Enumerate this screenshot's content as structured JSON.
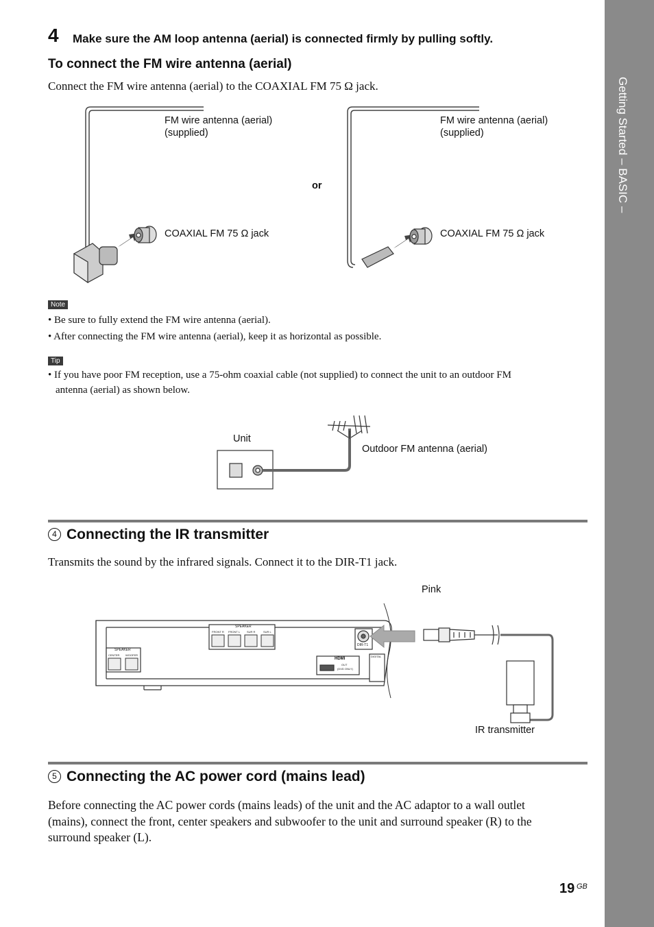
{
  "side_tab": "Getting Started – BASIC –",
  "step": {
    "number": "4",
    "text": "Make sure the AM loop antenna (aerial) is connected firmly by pulling softly."
  },
  "fm": {
    "heading": "To connect the FM wire antenna (aerial)",
    "intro": "Connect the FM wire antenna (aerial) to the COAXIAL FM 75 Ω  jack.",
    "left_antenna_label_1": "FM wire antenna (aerial)",
    "left_antenna_label_2": "(supplied)",
    "right_antenna_label_1": "FM wire antenna (aerial)",
    "right_antenna_label_2": "(supplied)",
    "or_label": "or",
    "left_jack_label": "COAXIAL FM 75 Ω jack",
    "right_jack_label": "COAXIAL FM 75 Ω jack"
  },
  "note": {
    "badge": "Note",
    "items": [
      "• Be sure to fully extend the FM wire antenna (aerial).",
      "• After connecting the FM wire antenna (aerial), keep it as horizontal as possible."
    ]
  },
  "tip": {
    "badge": "Tip",
    "line1": "• If you have poor FM reception, use a 75-ohm coaxial cable (not supplied) to connect the unit to an outdoor FM",
    "line2": "antenna (aerial) as shown below.",
    "unit_label": "Unit",
    "outdoor_label": "Outdoor FM antenna (aerial)"
  },
  "ir": {
    "number": "4",
    "title": "Connecting the IR transmitter",
    "body": "Transmits the sound by the infrared signals. Connect it to the DIR-T1 jack.",
    "pink_label": "Pink",
    "transmitter_label": "IR transmitter",
    "panel_labels": {
      "speaker": "SPEAKER",
      "front_r": "FRONT R",
      "front_l": "FRONT L",
      "sur_r": "SUR R",
      "sur_l": "SUR L",
      "center": "CENTER",
      "woofer": "WOOFER",
      "dir": "DIR-T1",
      "hdmi": "HDMI",
      "hdmi_out": "OUT",
      "hdmi_sub": "(DVD ONLY)",
      "digital": "DIGITAL"
    }
  },
  "ac": {
    "number": "5",
    "title": "Connecting the AC power cord (mains lead)",
    "body_1": "Before connecting the AC power cords (mains leads) of the unit and the AC adaptor to a wall outlet",
    "body_2": "(mains), connect the front, center speakers and subwoofer to the unit and surround speaker (R) to the",
    "body_3": "surround speaker (L)."
  },
  "page": {
    "number": "19",
    "suffix": "GB"
  }
}
